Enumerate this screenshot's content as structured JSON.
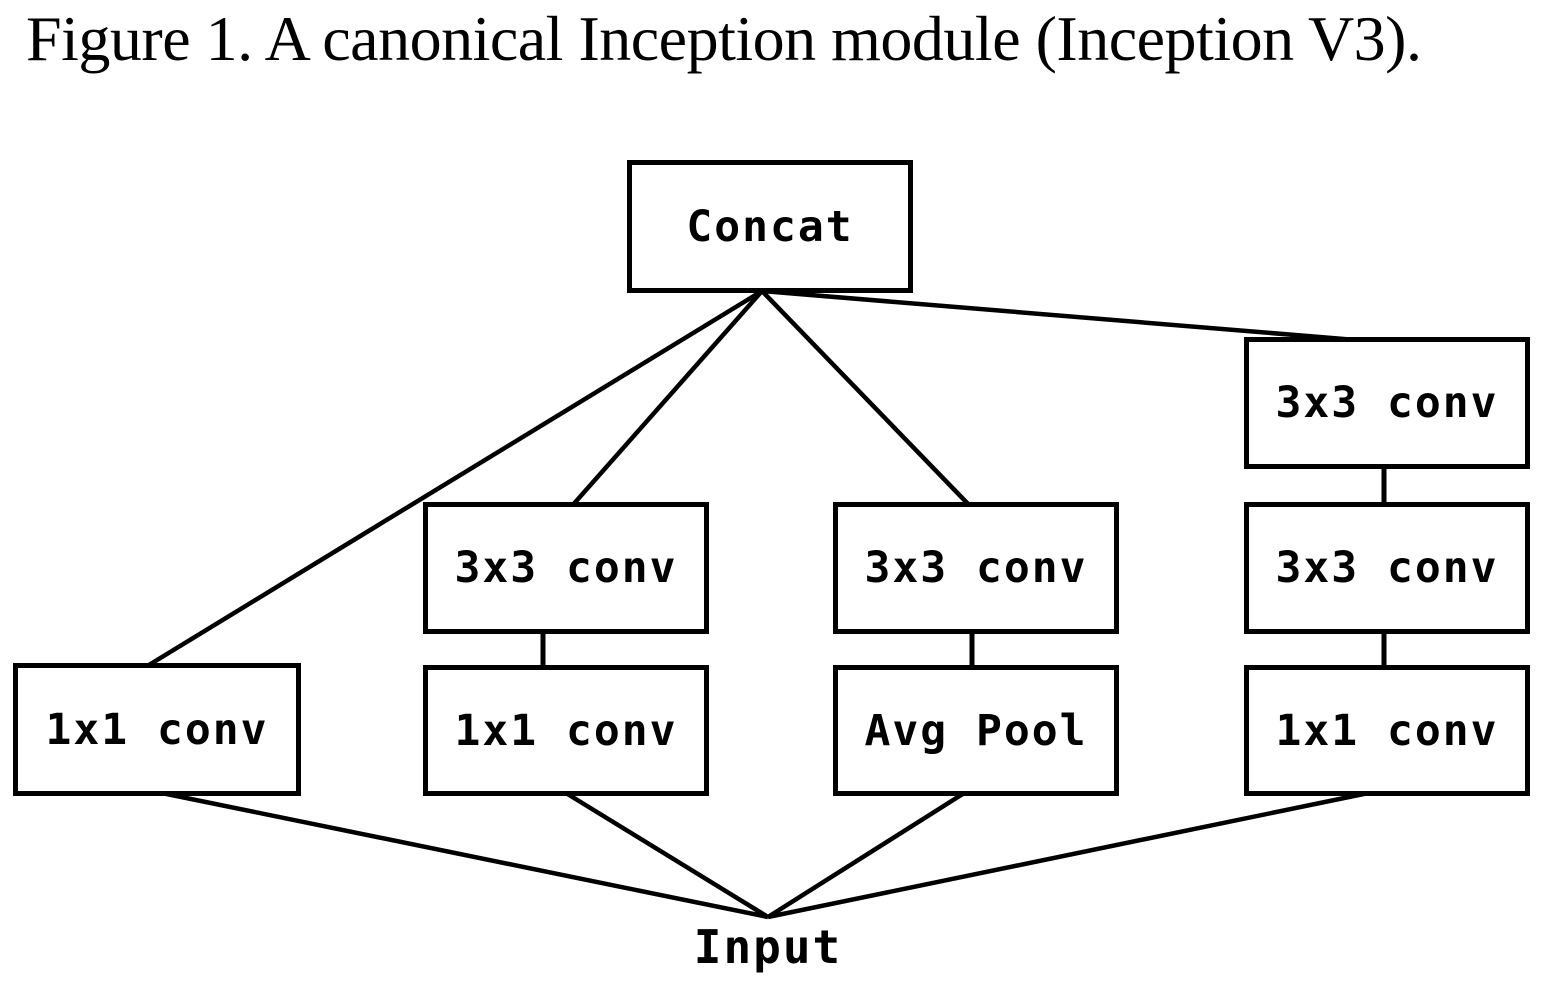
{
  "figure": {
    "caption": "Figure 1. A canonical Inception module (Inception V3)."
  },
  "diagram": {
    "type": "neural-network-module",
    "output_node": {
      "label": "Concat"
    },
    "input_node": {
      "label": "Input"
    },
    "branches": [
      {
        "name": "branch-1",
        "nodes": [
          {
            "label": "1x1 conv"
          }
        ]
      },
      {
        "name": "branch-2",
        "nodes": [
          {
            "label": "3x3 conv"
          },
          {
            "label": "1x1 conv"
          }
        ]
      },
      {
        "name": "branch-3",
        "nodes": [
          {
            "label": "3x3 conv"
          },
          {
            "label": "Avg Pool"
          }
        ]
      },
      {
        "name": "branch-4",
        "nodes": [
          {
            "label": "3x3 conv"
          },
          {
            "label": "3x3 conv"
          },
          {
            "label": "1x1 conv"
          }
        ]
      }
    ],
    "edges_description": "Concat fans out to the top box of each of the four branches; the bottom box of each branch fans in to Input.",
    "colors": {
      "background": "#ffffff",
      "box_fill": "#ffffff",
      "box_border": "#000000",
      "line": "#000000",
      "text": "#000000"
    }
  }
}
